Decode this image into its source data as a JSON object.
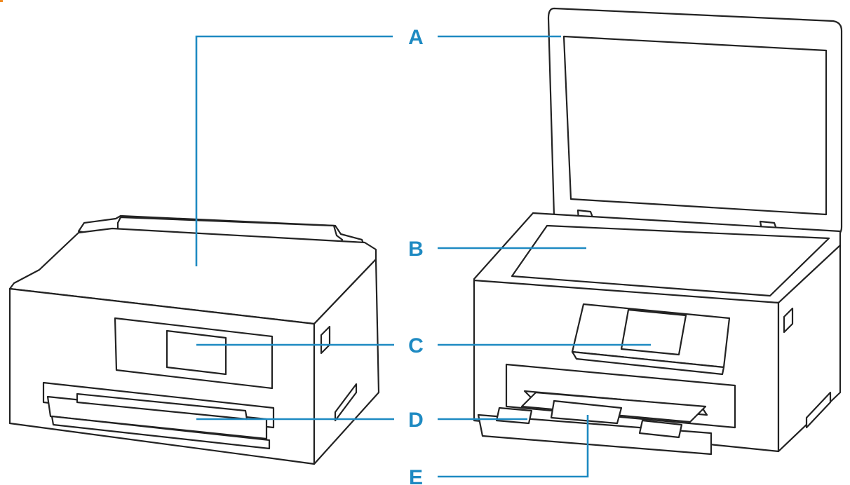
{
  "labels": {
    "a": "A",
    "b": "B",
    "c": "C",
    "d": "D",
    "e": "E"
  },
  "colors": {
    "callout": "#1e8ac2",
    "outline": "#222222",
    "body_fill": "#ffffff",
    "panel_fill": "#ffffff",
    "corner_mark": "#f08a20"
  }
}
